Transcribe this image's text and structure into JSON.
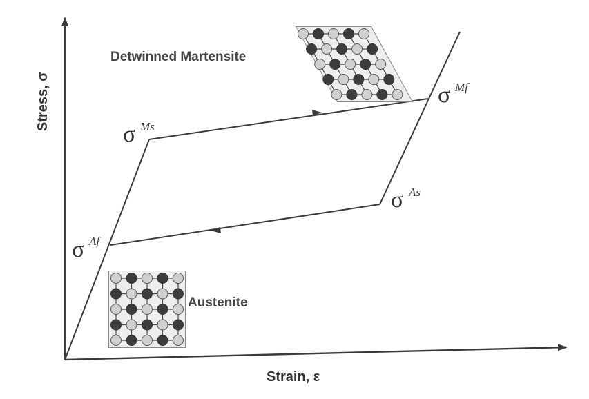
{
  "axes": {
    "x_label": "Strain, ε",
    "y_label": "Stress, σ"
  },
  "phases": {
    "martensite_label": "Detwinned Martensite",
    "austenite_label": "Austenite"
  },
  "points": {
    "ms": {
      "symbol": "σ",
      "superscript": "Ms"
    },
    "mf": {
      "symbol": "σ",
      "superscript": "Mf"
    },
    "as": {
      "symbol": "σ",
      "superscript": "As"
    },
    "af": {
      "symbol": "σ",
      "superscript": "Af"
    }
  },
  "lattice": {
    "austenite_pattern": [
      [
        "L",
        "D",
        "L",
        "D",
        "L"
      ],
      [
        "D",
        "L",
        "D",
        "L",
        "D"
      ],
      [
        "L",
        "D",
        "L",
        "D",
        "L"
      ],
      [
        "D",
        "L",
        "D",
        "L",
        "D"
      ],
      [
        "L",
        "D",
        "L",
        "D",
        "L"
      ]
    ],
    "martensite_pattern": [
      [
        "L",
        "D",
        "L",
        "D",
        "L"
      ],
      [
        "D",
        "L",
        "D",
        "L",
        "D"
      ],
      [
        "L",
        "D",
        "L",
        "D",
        "L"
      ],
      [
        "D",
        "L",
        "D",
        "L",
        "D"
      ],
      [
        "L",
        "D",
        "L",
        "D",
        "L"
      ]
    ]
  }
}
